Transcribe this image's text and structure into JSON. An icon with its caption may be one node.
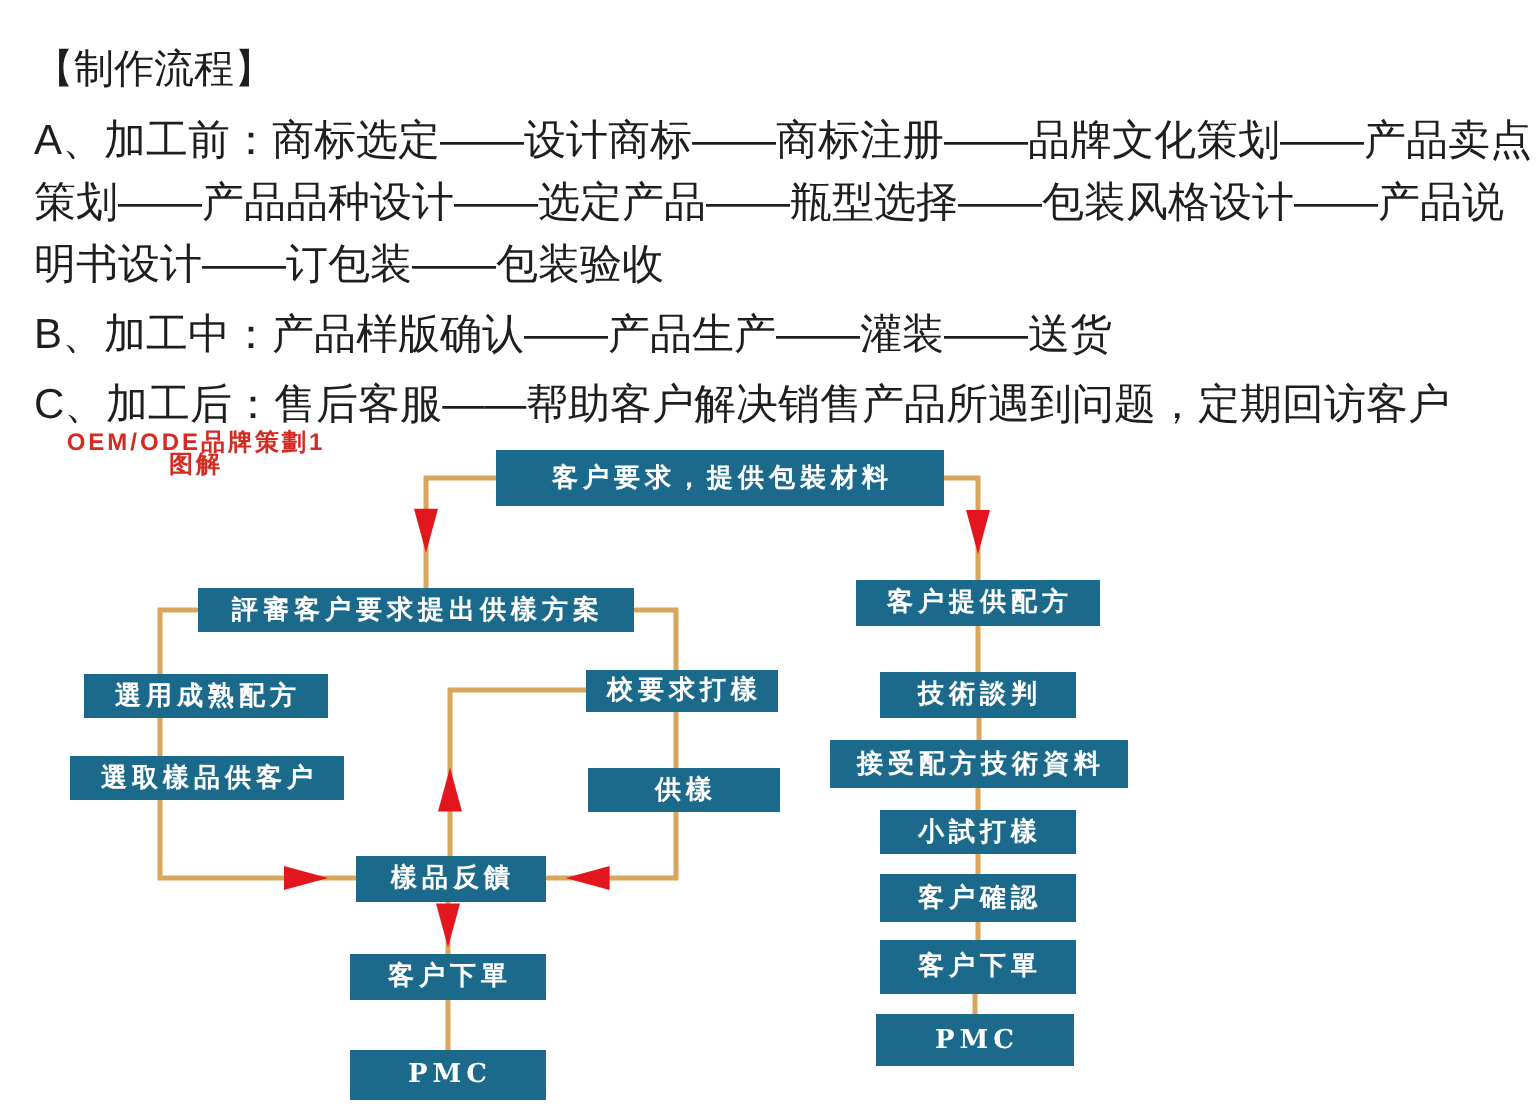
{
  "diagram": {
    "title": "【制作流程】",
    "nodes": [
      {
        "text": [
          "客户要求，提供包裝材料"
        ]
      },
      {
        "text": [
          "評審客户要求提出供樣方案"
        ]
      },
      {
        "text": [
          "客户提供配方"
        ]
      },
      {
        "text": [
          "選用成熟配方"
        ]
      },
      {
        "text": [
          "校要求打樣"
        ]
      },
      {
        "text": [
          "技術談判"
        ]
      },
      {
        "text": [
          "選取樣品供客户"
        ]
      },
      {
        "text": [
          "供樣"
        ]
      },
      {
        "text": [
          "接受配方技術資料"
        ]
      },
      {
        "text": [
          "樣品反饋"
        ]
      },
      {
        "text": [
          "小試打樣"
        ]
      },
      {
        "text": [
          "客户確認"
        ]
      },
      {
        "text": [
          "客户下單"
        ]
      },
      {
        "text": [
          "客户下單"
        ]
      },
      {
        "text": [
          "PMC"
        ]
      },
      {
        "text": [
          "PMC"
        ]
      }
    ],
    "edges": [
      {
        "from": 0,
        "to": 1,
        "arrow": "to"
      },
      {
        "from": 0,
        "to": 2,
        "arrow": "to"
      },
      {
        "from": 1,
        "to": 3,
        "arrow": "none"
      },
      {
        "from": 3,
        "to": 6,
        "arrow": "none"
      },
      {
        "from": 6,
        "to": 9,
        "arrow": "to"
      },
      {
        "from": 1,
        "to": 4,
        "arrow": "none"
      },
      {
        "from": 4,
        "to": 7,
        "arrow": "none"
      },
      {
        "from": 7,
        "to": 9,
        "arrow": "to"
      },
      {
        "from": 9,
        "to": 4,
        "arrow": "to"
      },
      {
        "from": 9,
        "to": 12,
        "arrow": "to"
      },
      {
        "from": 12,
        "to": 14,
        "arrow": "none"
      },
      {
        "from": 2,
        "to": 5,
        "arrow": "none"
      },
      {
        "from": 5,
        "to": 8,
        "arrow": "none"
      },
      {
        "from": 8,
        "to": 10,
        "arrow": "none"
      },
      {
        "from": 10,
        "to": 11,
        "arrow": "none"
      },
      {
        "from": 11,
        "to": 13,
        "arrow": "none"
      },
      {
        "from": 13,
        "to": 15,
        "arrow": "none"
      }
    ],
    "labels": [
      "A、加工前：商标选定——设计商标——商标注册——品牌文化策划——产品卖点策划——产品品种设计——选定产品——瓶型选择——包装风格设计——产品说明书设计——订包装——包装验收",
      "B、加工中：产品样版确认——产品生产——灌装——送货",
      "C、加工后：售后客服——帮助客户解决销售产品所遇到问题，定期回访客户",
      "OEM/ODE品牌策劃1图解"
    ]
  }
}
